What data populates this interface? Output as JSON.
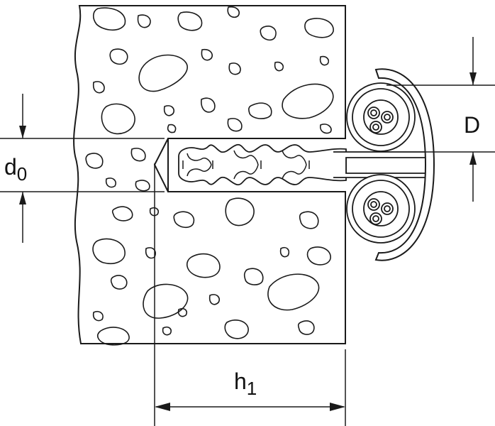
{
  "labels": {
    "d0_main": "d",
    "d0_sub": "0",
    "h1_main": "h",
    "h1_sub": "1",
    "D": "D"
  },
  "colors": {
    "line": "#1a1a1a",
    "fill": "#ffffff"
  }
}
